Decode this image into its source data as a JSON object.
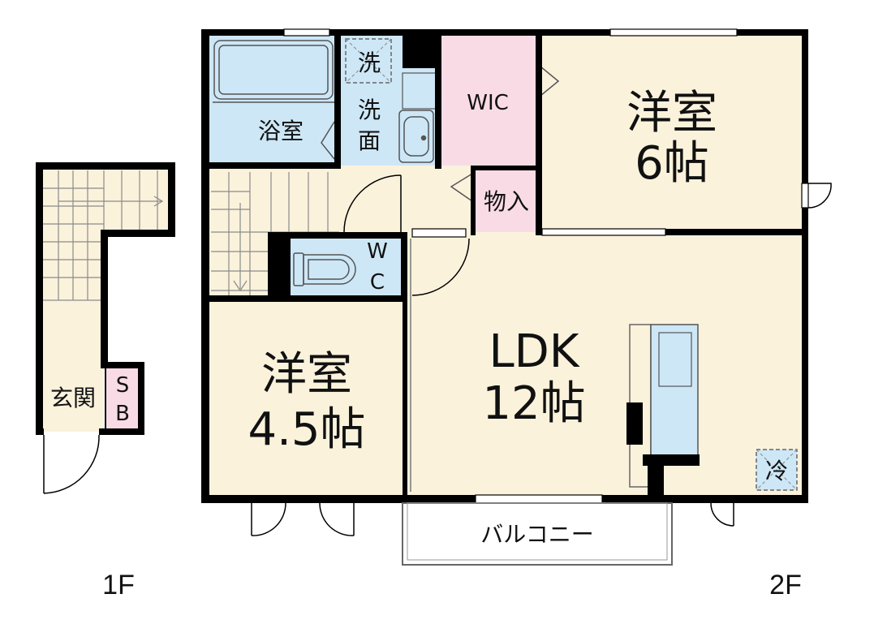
{
  "colors": {
    "floor": "#fbf2dc",
    "wet": "#cde7f6",
    "closet": "#f9dbe6",
    "wall": "#000000",
    "fixture_stroke": "#555555"
  },
  "floors": {
    "first": "1F",
    "second": "2F"
  },
  "rooms": {
    "entrance": "玄関",
    "shoe_box": {
      "top": "S",
      "bottom": "B"
    },
    "bath": "浴室",
    "washroom": {
      "line1": "洗",
      "line2": "面"
    },
    "washer": "洗",
    "wic": "WIC",
    "storage": "物入",
    "toilet": {
      "top": "W",
      "bottom": "C"
    },
    "bedroom_6": {
      "name": "洋室",
      "size": "6帖"
    },
    "bedroom_45": {
      "name": "洋室",
      "size": "4.5帖"
    },
    "ldk": {
      "name": "LDK",
      "size": "12帖"
    },
    "fridge": "冷",
    "balcony": "バルコニー"
  },
  "icons": [
    "stairs-icon",
    "bathtub-icon",
    "washbasin-icon",
    "toilet-icon",
    "kitchen-sink-icon",
    "door-swing-icon"
  ]
}
